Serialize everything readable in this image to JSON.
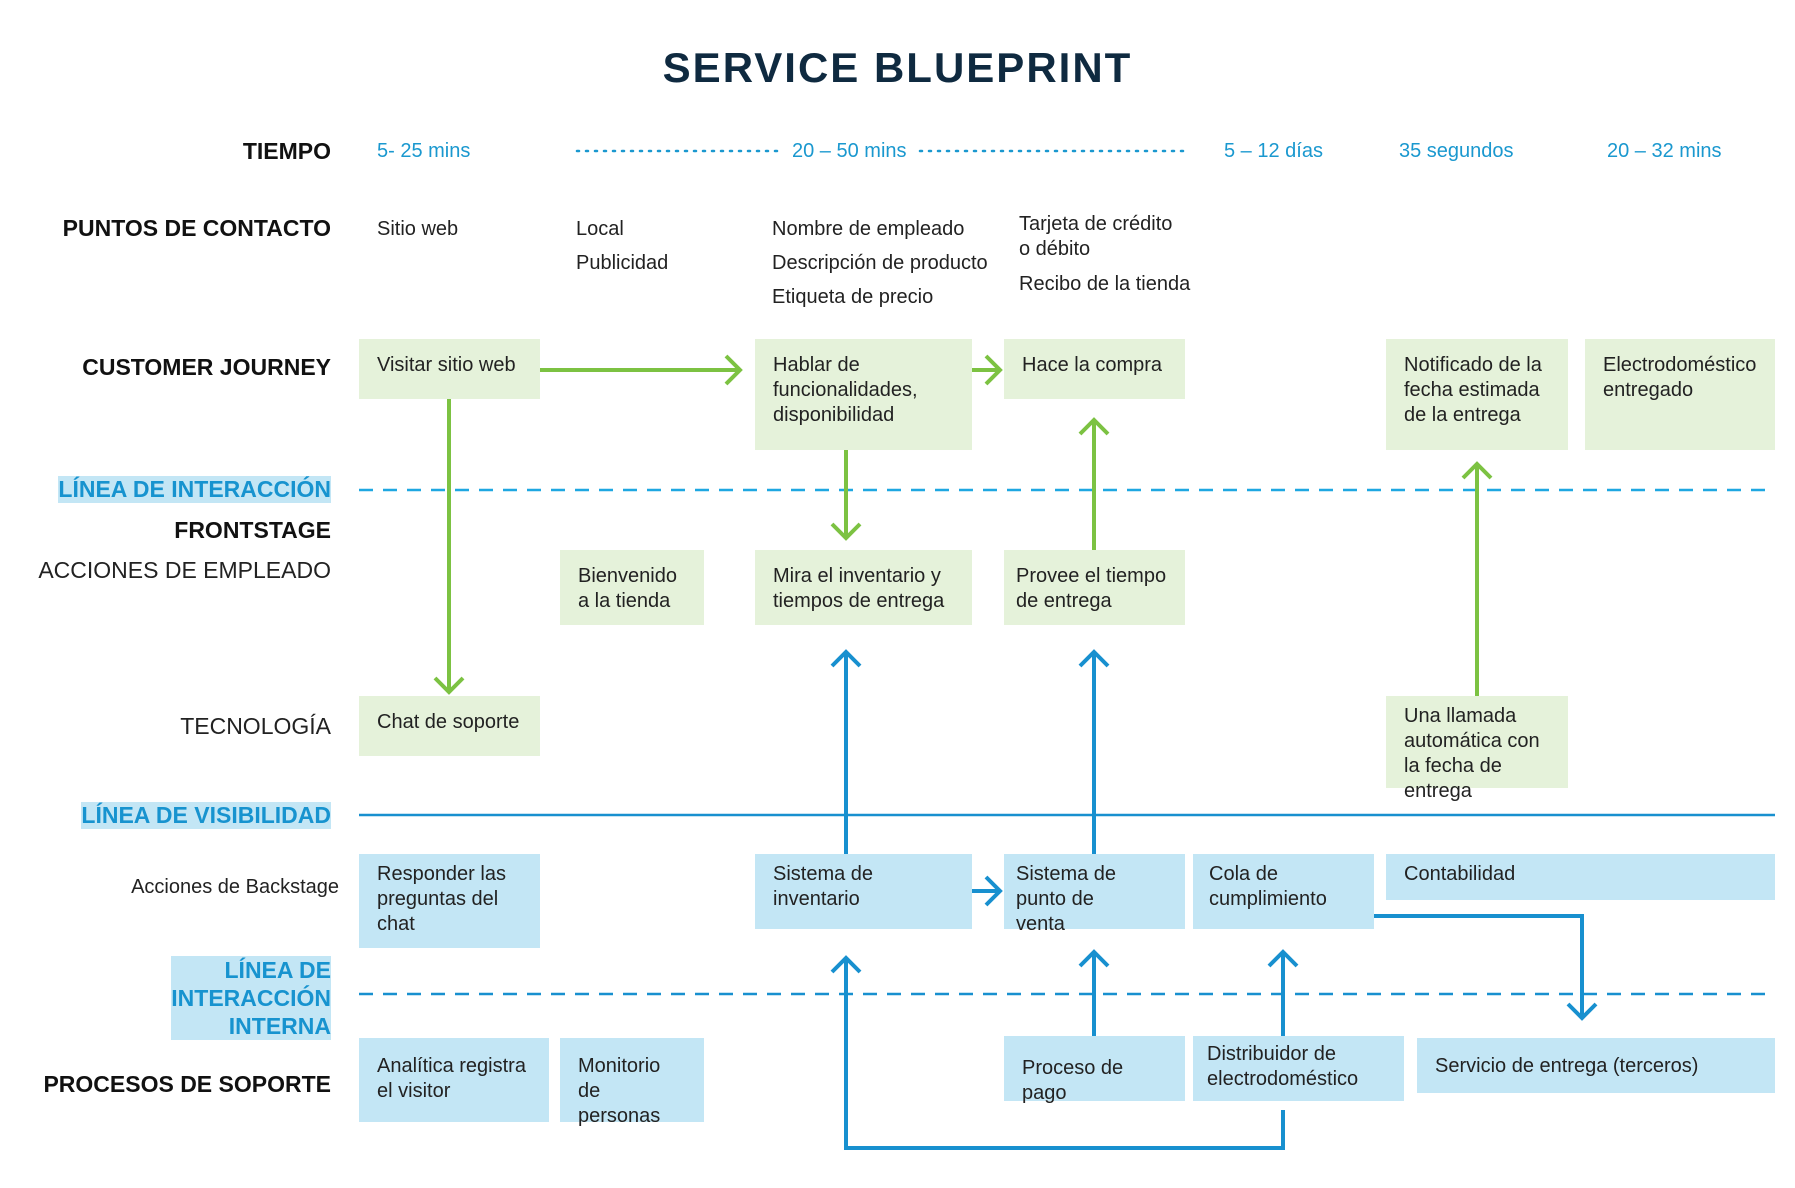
{
  "title": "SERVICE BLUEPRINT",
  "colors": {
    "title": "#0f2a40",
    "accent_blue": "#1793cf",
    "customer_green": "#7cc242",
    "customer_box": "#e5f2da",
    "backstage_box": "#c3e6f5"
  },
  "rows": {
    "tiempo": "TIEMPO",
    "puntos_contacto": "PUNTOS DE CONTACTO",
    "customer_journey": "CUSTOMER JOURNEY",
    "linea_interaccion": "LÍNEA DE INTERACCIÓN",
    "frontstage": "FRONTSTAGE",
    "acciones_empleado": "ACCIONES DE EMPLEADO",
    "tecnologia": "TECNOLOGÍA",
    "linea_visibilidad": "LÍNEA DE VISIBILIDAD",
    "acciones_backstage": "Acciones de Backstage",
    "linea_interna": [
      "LÍNEA DE",
      "INTERACCIÓN",
      "INTERNA"
    ],
    "procesos_soporte": "PROCESOS DE SOPORTE"
  },
  "tiempo": [
    "5- 25 mins",
    "20 – 50 mins",
    "5 – 12 días",
    "35 segundos",
    "20 – 32 mins"
  ],
  "puntos_contacto": [
    [
      "Sitio web"
    ],
    [
      "Local",
      "Publicidad"
    ],
    [
      "Nombre de empleado",
      "Descripción de producto",
      "Etiqueta de precio"
    ],
    [
      "Tarjeta de crédito",
      "o débito",
      "Recibo de la tienda"
    ]
  ],
  "customer_journey": [
    "Visitar sitio web",
    "Hablar de funcionalidades, disponibilidad",
    "Hace la compra",
    "Notificado de la fecha estimada de la entrega",
    "Electrodoméstico entregado"
  ],
  "acciones_empleado": [
    "Bienvenido a la tienda",
    "Mira el inventario y tiempos de entrega",
    "Provee el tiempo de entrega"
  ],
  "tecnologia": [
    "Chat de soporte",
    "Una llamada automática con la fecha de entrega"
  ],
  "backstage": [
    "Responder las preguntas del chat",
    "Sistema de inventario",
    "Sistema de punto de venta",
    "Cola de cumplimiento",
    "Contabilidad"
  ],
  "soporte": [
    "Analítica registra el visitor",
    "Monitorio de personas",
    "Proceso de pago",
    "Distribuidor de electrodoméstico",
    "Servicio de entrega (terceros)"
  ]
}
